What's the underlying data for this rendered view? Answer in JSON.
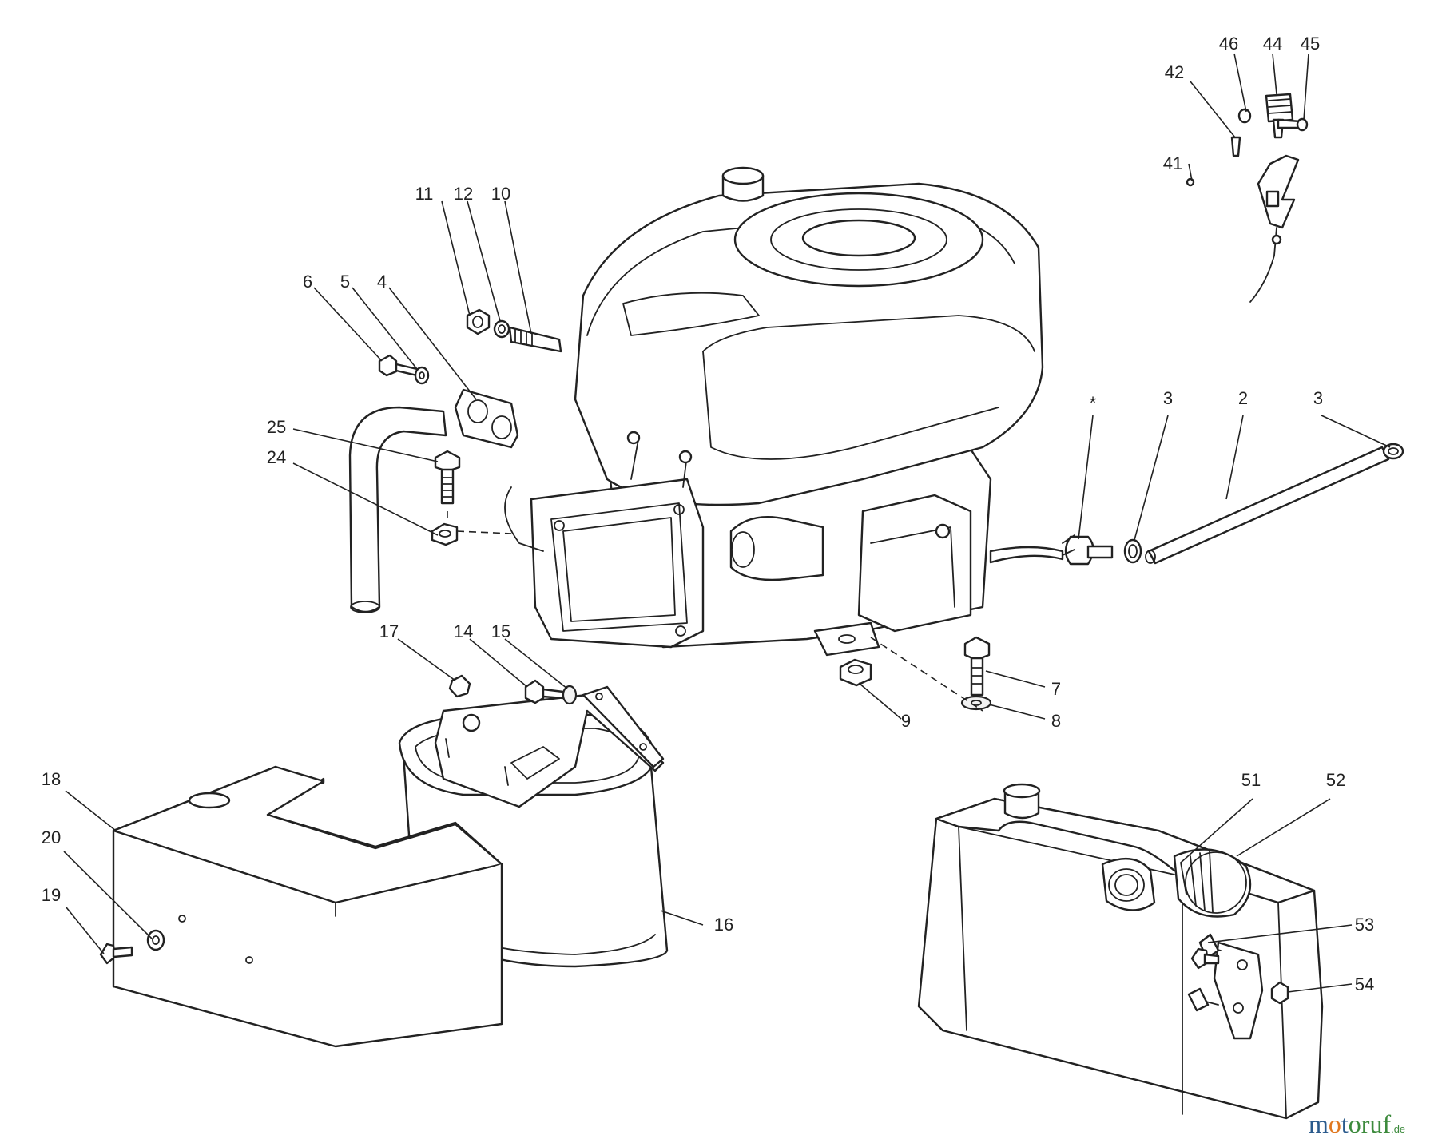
{
  "callouts": [
    {
      "id": "46",
      "text": "46"
    },
    {
      "id": "44",
      "text": "44"
    },
    {
      "id": "45",
      "text": "45"
    },
    {
      "id": "42",
      "text": "42"
    },
    {
      "id": "41",
      "text": "41"
    },
    {
      "id": "11",
      "text": "11"
    },
    {
      "id": "12",
      "text": "12"
    },
    {
      "id": "10",
      "text": "10"
    },
    {
      "id": "6",
      "text": "6"
    },
    {
      "id": "5",
      "text": "5"
    },
    {
      "id": "4",
      "text": "4"
    },
    {
      "id": "25",
      "text": "25"
    },
    {
      "id": "24",
      "text": "24"
    },
    {
      "id": "star",
      "text": "*"
    },
    {
      "id": "3a",
      "text": "3"
    },
    {
      "id": "2",
      "text": "2"
    },
    {
      "id": "3b",
      "text": "3"
    },
    {
      "id": "17",
      "text": "17"
    },
    {
      "id": "14",
      "text": "14"
    },
    {
      "id": "15",
      "text": "15"
    },
    {
      "id": "7",
      "text": "7"
    },
    {
      "id": "9",
      "text": "9"
    },
    {
      "id": "8",
      "text": "8"
    },
    {
      "id": "18",
      "text": "18"
    },
    {
      "id": "20",
      "text": "20"
    },
    {
      "id": "19",
      "text": "19"
    },
    {
      "id": "16",
      "text": "16"
    },
    {
      "id": "51",
      "text": "51"
    },
    {
      "id": "52",
      "text": "52"
    },
    {
      "id": "53",
      "text": "53"
    },
    {
      "id": "54",
      "text": "54"
    }
  ],
  "watermark": {
    "brand": "motoruf",
    "tld": ".de",
    "colors": {
      "m": "#2a5a8c",
      "o": "#e07820",
      "t": "#2a5a8c",
      "rest": "#3c8a3c"
    }
  }
}
